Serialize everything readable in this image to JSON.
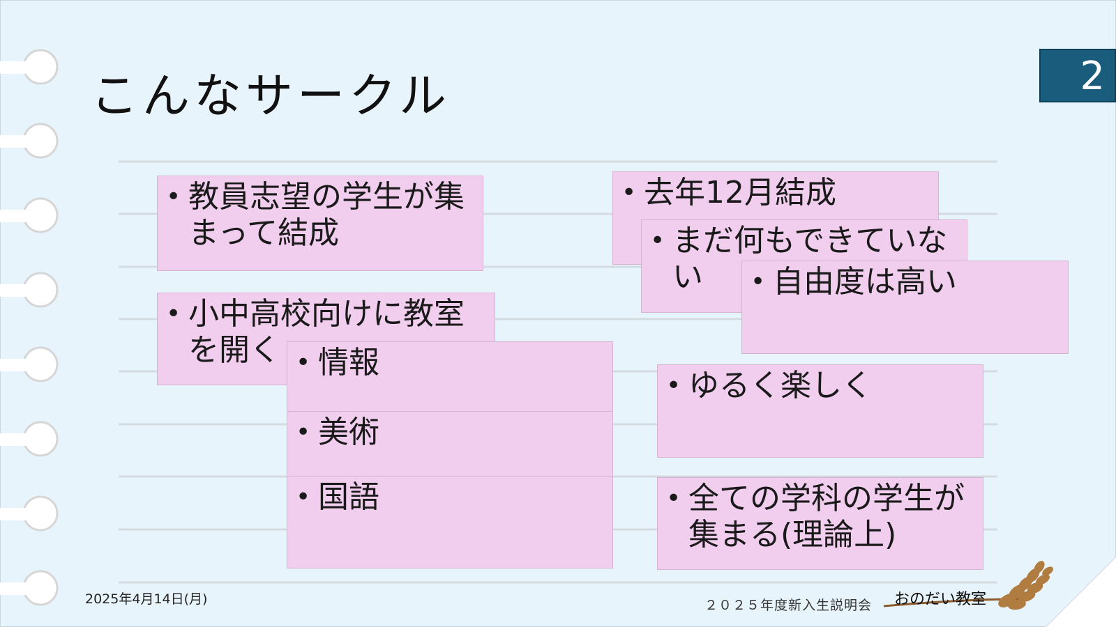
{
  "slide": {
    "title": "こんなサークル",
    "page_number": "2"
  },
  "boxes": {
    "box1": [
      "教員志望の学生が集まって結成"
    ],
    "box2": [
      "小中高校向けに教室を開く"
    ],
    "box3": [
      "情報"
    ],
    "box4": [
      "美術"
    ],
    "box5": [
      "国語"
    ],
    "box6": [
      "去年12月結成"
    ],
    "box7": [
      "まだ何もできていない"
    ],
    "box8": [
      "自由度は高い"
    ],
    "box9": [
      "ゆるく楽しく"
    ],
    "box10": [
      "全ての学科の学生が集まる(理論上)"
    ]
  },
  "footer": {
    "date": "2025年4月14日(月)",
    "event": "２０２５年度新入生説明会",
    "logo_text": "おのだい教室"
  },
  "colors": {
    "paper": "#e8f4fb",
    "box_fill": "#f1cdee",
    "badge": "#1a5c7c"
  },
  "icons": [
    "wheat-icon",
    "binder-ring-icon"
  ]
}
